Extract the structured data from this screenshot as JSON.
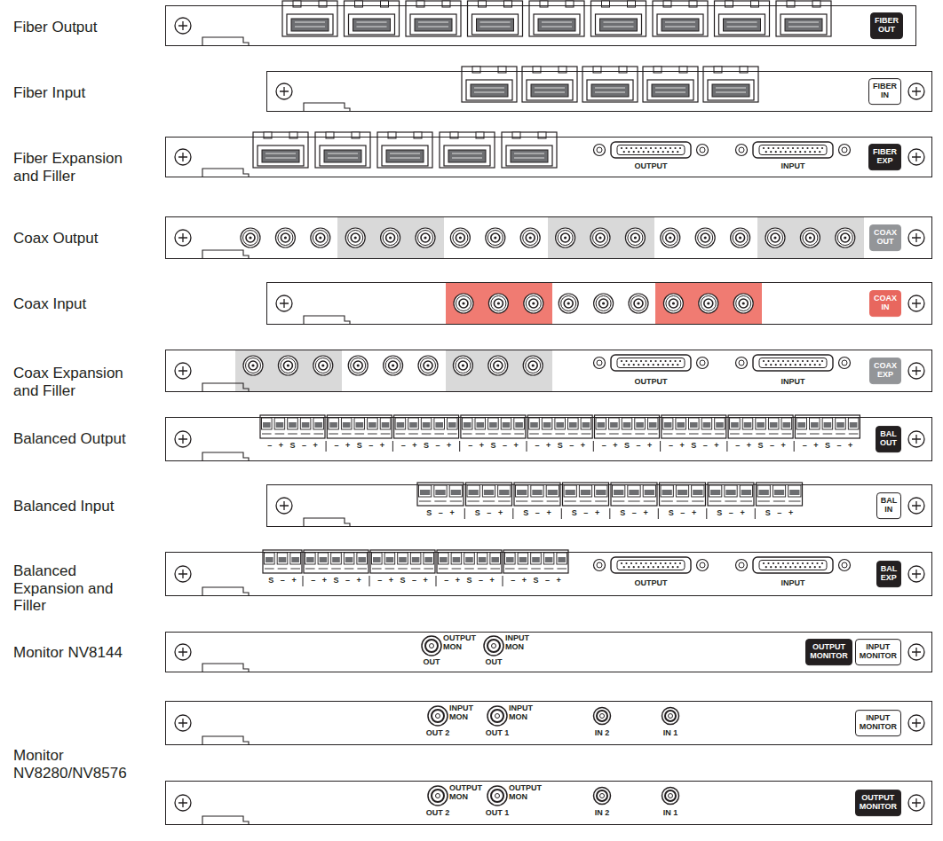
{
  "diagram": {
    "nodes": [
      {
        "text": [
          "Fiber Output",
          "FIBER OUT"
        ]
      },
      {
        "text": [
          "Fiber Input",
          "FIBER IN"
        ]
      },
      {
        "text": [
          "Fiber Expansion and Filler",
          "FIBER EXP"
        ]
      },
      {
        "text": [
          "Coax Output",
          "COAX OUT"
        ]
      },
      {
        "text": [
          "Coax Input",
          "COAX IN"
        ]
      },
      {
        "text": [
          "Coax Expansion and Filler",
          "COAX EXP"
        ]
      },
      {
        "text": [
          "Balanced Output",
          "BAL OUT"
        ]
      },
      {
        "text": [
          "Balanced Input",
          "BAL IN"
        ]
      },
      {
        "text": [
          "Balanced Expansion and Filler",
          "BAL EXP"
        ]
      },
      {
        "text": [
          "Monitor NV8144",
          "OUTPUT MONITOR",
          "INPUT MONITOR"
        ]
      },
      {
        "text": [
          "Monitor NV8280/NV8576",
          "INPUT MONITOR"
        ]
      },
      {
        "text": [
          "OUTPUT MONITOR"
        ]
      }
    ],
    "labels": [
      "OUTPUT",
      "INPUT",
      "OUTPUT",
      "INPUT",
      "– + S – +",
      "– + S – +",
      "– + S – +",
      "– + S – +",
      "– + S – +",
      "– + S – +",
      "– + S – +",
      "– + S – +",
      "– + S – +",
      "S – +",
      "S – +",
      "S – +",
      "S – +",
      "S – +",
      "S – +",
      "S – +",
      "S – +",
      "S – +",
      "– + S – +",
      "– + S – +",
      "– + S – +",
      "– + S – +",
      "OUTPUT",
      "INPUT",
      "OUTPUT MON",
      "OUT",
      "INPUT MON",
      "OUT",
      "INPUT MON",
      "OUT 2",
      "INPUT MON",
      "OUT 1",
      "IN 2",
      "IN 1",
      "OUTPUT MON",
      "OUT 2",
      "OUTPUT MON",
      "OUT 1",
      "IN 2",
      "IN 1"
    ]
  }
}
